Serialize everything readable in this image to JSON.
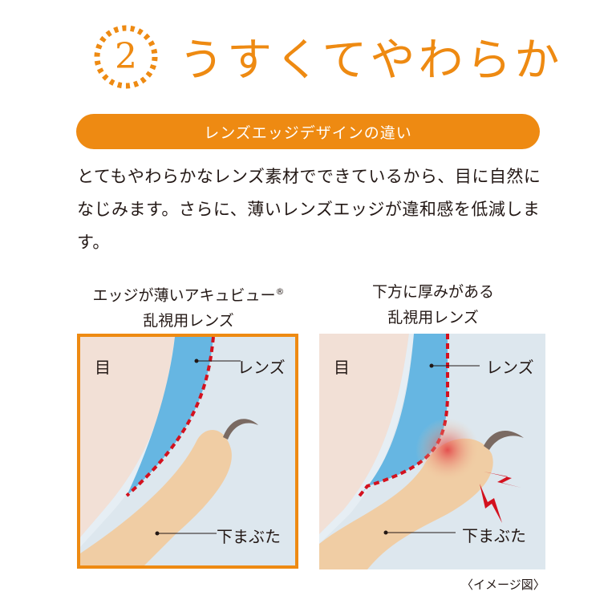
{
  "heading": {
    "number": "2",
    "title": "うすくてやわらか"
  },
  "section_pill": {
    "label": "レンズエッジデザインの違い"
  },
  "description": "とてもやわらかなレンズ素材でできているから、目に自然になじみます。さらに、薄いレンズエッジが違和感を低減します。",
  "comparison": {
    "left": {
      "title_line1": "エッジが薄いアキュビュー",
      "registered_mark": "®",
      "title_line2": "乱視用レンズ",
      "labels": {
        "eye": "目",
        "lens": "レンズ",
        "lower_eyelid": "下まぶた"
      }
    },
    "right": {
      "title_line1": "下方に厚みがある",
      "title_line2": "乱視用レンズ",
      "labels": {
        "eye": "目",
        "lens": "レンズ",
        "lower_eyelid": "下まぶた"
      }
    }
  },
  "caption": "〈イメージ図〉",
  "colors": {
    "accent_orange": "#ee8a12",
    "lens_blue": "#66b6e2",
    "eye_pink": "#f2e0d6",
    "background_blue": "#dde7ee",
    "eyelid_skin": "#f0cda4",
    "edge_dash_red": "#d3111e",
    "lash_brown": "#7a6a62"
  }
}
